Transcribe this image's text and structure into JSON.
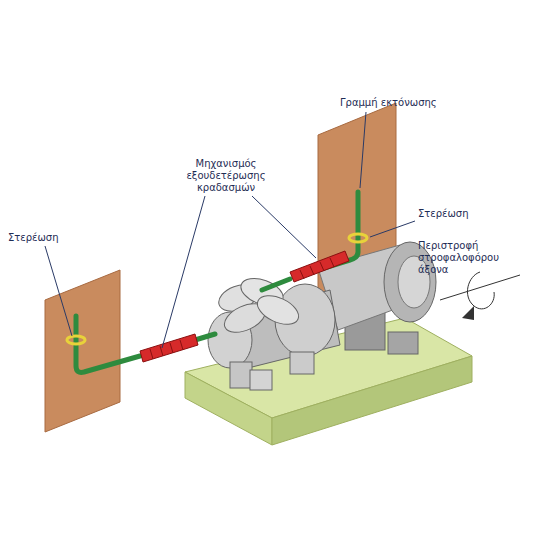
{
  "diagram": {
    "labels": [
      "Γραμμή εκτόνωσης",
      "Μηχανισμός εξουδετέρωσης κραδασμών",
      "Στερέωση",
      "Περιστροφή στροφαλοφόρου άξονα",
      "Στερέωση"
    ]
  }
}
